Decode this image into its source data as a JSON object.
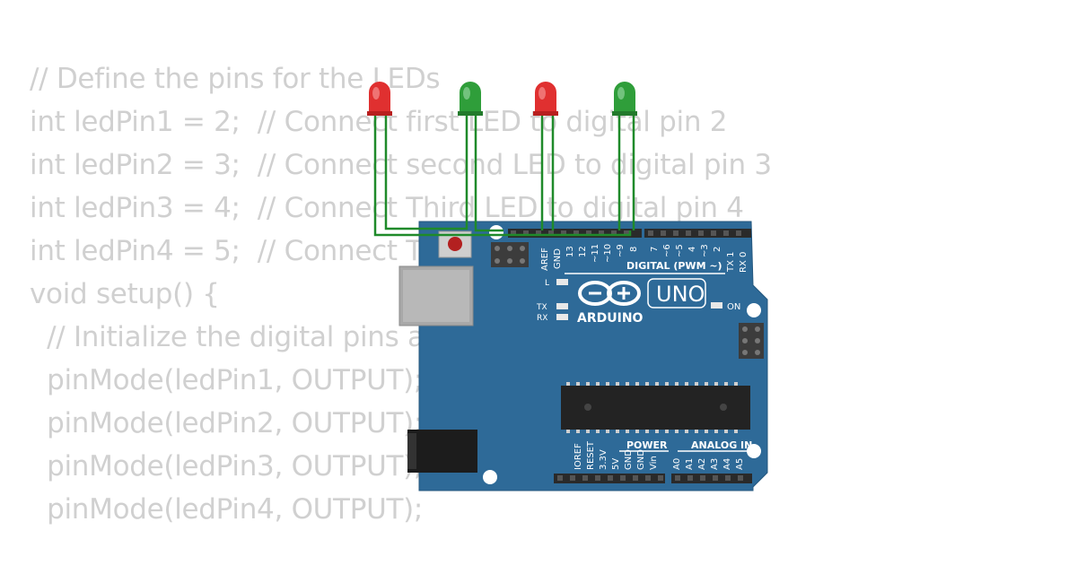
{
  "code_lines": [
    "// Define the pins for the LEDs",
    "int ledPin1 = 2;  // Connect first LED to digital pin 2",
    "int ledPin2 = 3;  // Connect second LED to digital pin 3",
    "int ledPin3 = 4;  // Connect Third LED to digital pin 4",
    "int ledPin4 = 5;  // Connect Third LED to digital pin 5",
    "void setup() {",
    "  // Initialize the digital pins as outputs",
    "  pinMode(ledPin1, OUTPUT);",
    "  pinMode(ledPin2, OUTPUT);",
    "  pinMode(ledPin3, OUTPUT);",
    "  pinMode(ledPin4, OUTPUT);"
  ],
  "board": {
    "brand": "ARDUINO",
    "model": "UNO",
    "digital_label": "DIGITAL (PWM ~)",
    "power_label": "POWER",
    "analog_label": "ANALOG IN",
    "on_label": "ON",
    "l_label": "L",
    "tx_label": "TX",
    "rx_label": "RX",
    "digital_pins": [
      "AREF",
      "GND",
      "13",
      "12",
      "~11",
      "~10",
      "~9",
      "8",
      "7",
      "~6",
      "~5",
      "4",
      "~3",
      "2",
      "TX 1",
      "RX 0"
    ],
    "power_pins": [
      "IOREF",
      "RESET",
      "3.3V",
      "5V",
      "GND",
      "GND",
      "Vin"
    ],
    "analog_pins": [
      "A0",
      "A1",
      "A2",
      "A3",
      "A4",
      "A5"
    ],
    "colors": {
      "pcb": "#2e6a98",
      "silkscreen": "#ffffff",
      "header": "#2a2a2a",
      "chip": "#232323"
    }
  },
  "leds": [
    {
      "color": "red",
      "hex": "#e03030"
    },
    {
      "color": "green",
      "hex": "#2f9e3a"
    },
    {
      "color": "red",
      "hex": "#e03030"
    },
    {
      "color": "green",
      "hex": "#2f9e3a"
    }
  ],
  "wire_color": "#1f8a2a"
}
